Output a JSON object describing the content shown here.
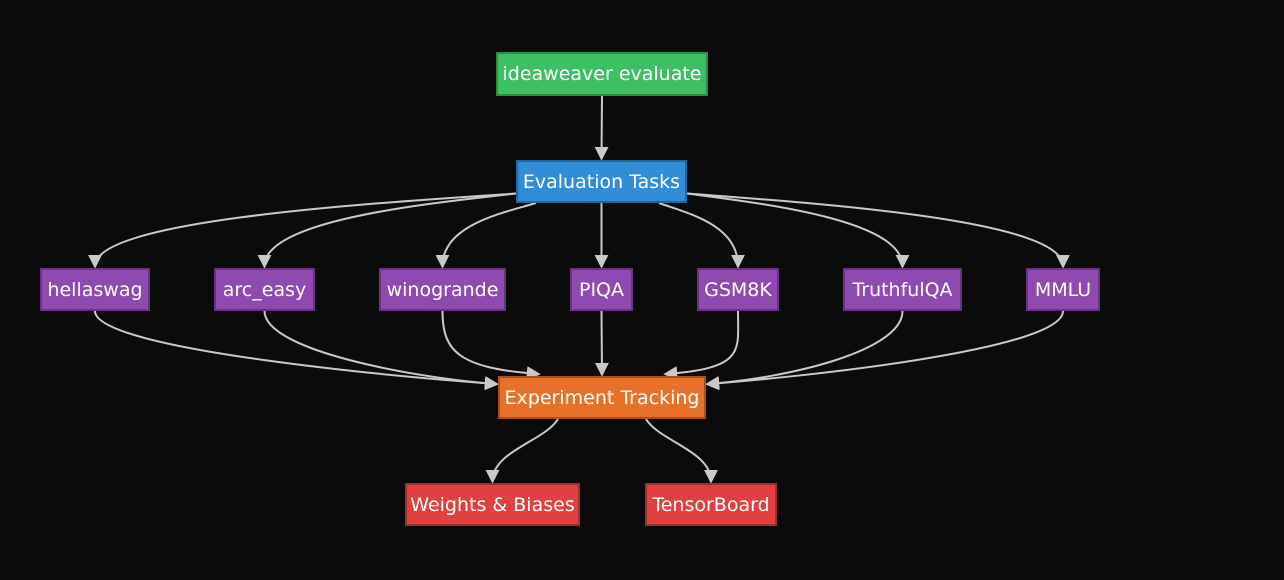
{
  "diagram": {
    "colors": {
      "background": "#0b0b0c",
      "edge": "#c9c9c9",
      "command": "#3cc063",
      "category": "#2f8ed6",
      "task": "#8e4ab1",
      "tracking": "#e8712a",
      "tool": "#e04040"
    },
    "nodes": {
      "command": {
        "label": "ideaweaver evaluate",
        "kind": "command"
      },
      "tasks": {
        "label": "Evaluation Tasks",
        "kind": "category"
      },
      "hellaswag": {
        "label": "hellaswag",
        "kind": "task"
      },
      "arc_easy": {
        "label": "arc_easy",
        "kind": "task"
      },
      "winogrande": {
        "label": "winogrande",
        "kind": "task"
      },
      "piqa": {
        "label": "PIQA",
        "kind": "task"
      },
      "gsm8k": {
        "label": "GSM8K",
        "kind": "task"
      },
      "truthfulqa": {
        "label": "TruthfulQA",
        "kind": "task"
      },
      "mmlu": {
        "label": "MMLU",
        "kind": "task"
      },
      "tracking": {
        "label": "Experiment Tracking",
        "kind": "tracking"
      },
      "wandb": {
        "label": "Weights & Biases",
        "kind": "tool"
      },
      "tensorboard": {
        "label": "TensorBoard",
        "kind": "tool"
      }
    },
    "edges": [
      {
        "from": "command",
        "to": "tasks"
      },
      {
        "from": "tasks",
        "to": "hellaswag"
      },
      {
        "from": "tasks",
        "to": "arc_easy"
      },
      {
        "from": "tasks",
        "to": "winogrande"
      },
      {
        "from": "tasks",
        "to": "piqa"
      },
      {
        "from": "tasks",
        "to": "gsm8k"
      },
      {
        "from": "tasks",
        "to": "truthfulqa"
      },
      {
        "from": "tasks",
        "to": "mmlu"
      },
      {
        "from": "hellaswag",
        "to": "tracking"
      },
      {
        "from": "arc_easy",
        "to": "tracking"
      },
      {
        "from": "winogrande",
        "to": "tracking"
      },
      {
        "from": "piqa",
        "to": "tracking"
      },
      {
        "from": "gsm8k",
        "to": "tracking"
      },
      {
        "from": "truthfulqa",
        "to": "tracking"
      },
      {
        "from": "mmlu",
        "to": "tracking"
      },
      {
        "from": "tracking",
        "to": "wandb"
      },
      {
        "from": "tracking",
        "to": "tensorboard"
      }
    ]
  }
}
